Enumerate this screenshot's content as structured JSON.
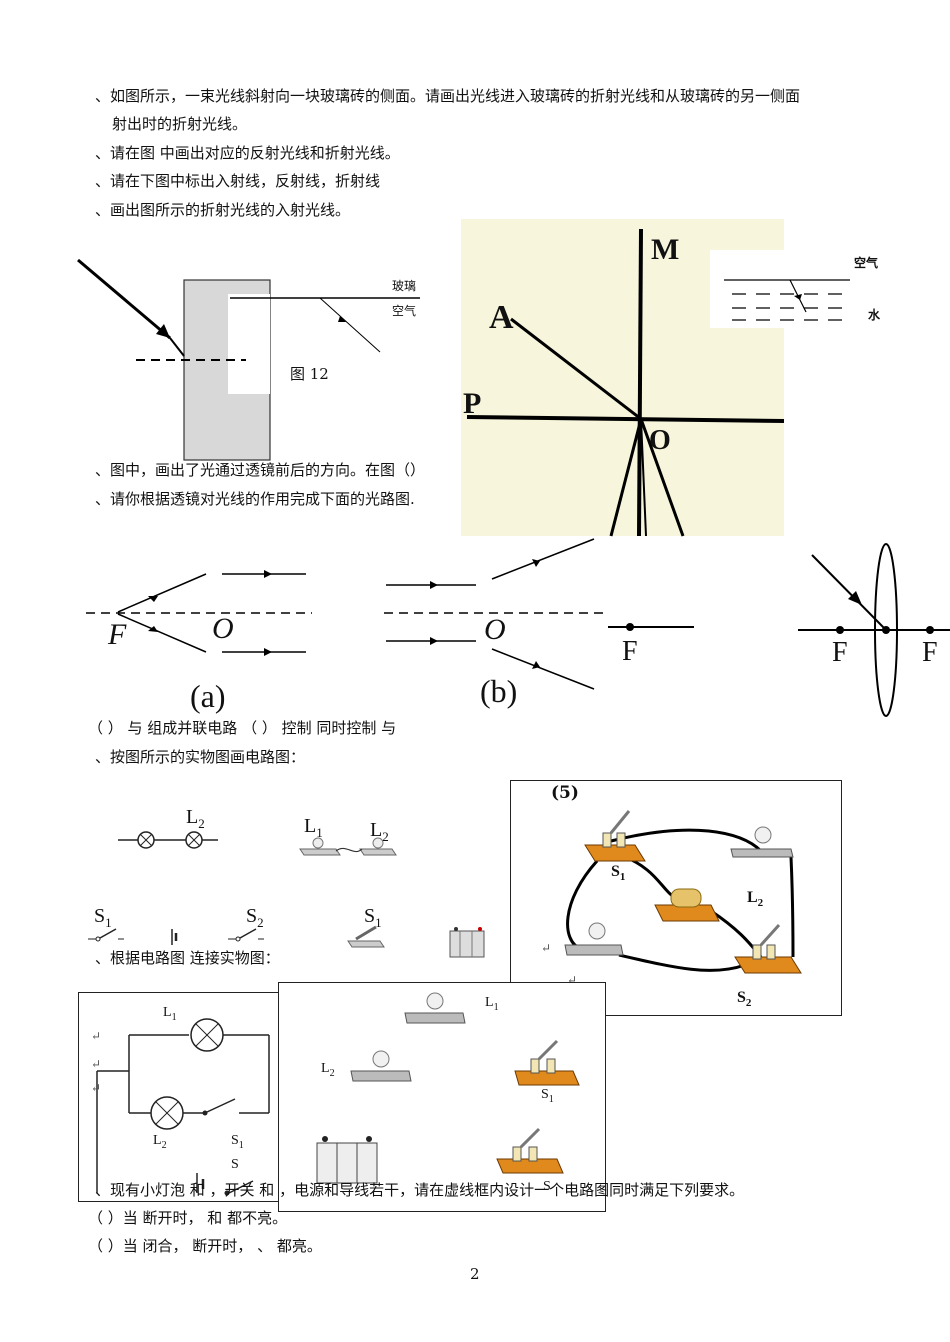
{
  "questions": {
    "q1_line1": "、如图所示，一束光线斜射向一块玻璃砖的侧面。请画出光线进入玻璃砖的折射光线和从玻璃砖的另一侧面",
    "q1_line2": "射出时的折射光线。",
    "q2": "、请在图      中画出对应的反射光线和折射光线。",
    "q3": "、请在下图中标出入射线，反射线，折射线",
    "q4": "、画出图所示的折射光线的入射光线。",
    "q5": "、图中，画出了光通过透镜前后的方向。在图（）",
    "q6": "、请你根据透镜对光线的作用完成下面的光路图.",
    "q7_line": "（ ）  与   组成并联电路     （ ）    控制        同时控制   与",
    "q8": "、按图所示的实物图画电路图：",
    "q9": "、根据电路图    连接实物图：",
    "q10": "、现有小灯泡      和      ，开关      和       ，电源和导线若干，请在虚线框内设计一个电路图同时满足下列要求。",
    "q10_a": "（ ）当    断开时，     和     都不亮。",
    "q10_b": "（ ）当    闭合，     断开时，     、    都亮。"
  },
  "figures": {
    "glass_label": "玻璃",
    "air_label": "空气",
    "fig12_label": "图 12",
    "M": "M",
    "A": "A",
    "P": "P",
    "O": "O",
    "air2": "空气",
    "water": "水",
    "F": "F",
    "O_lens": "O",
    "caption_a": "(a)",
    "caption_b": "(b)",
    "L1": "L",
    "L2": "L",
    "S1": "S",
    "S2": "S",
    "S": "S",
    "fig5_label": "(5)",
    "return_mark": "↵",
    "sub1": "1",
    "sub2": "2"
  },
  "page_number": "2"
}
